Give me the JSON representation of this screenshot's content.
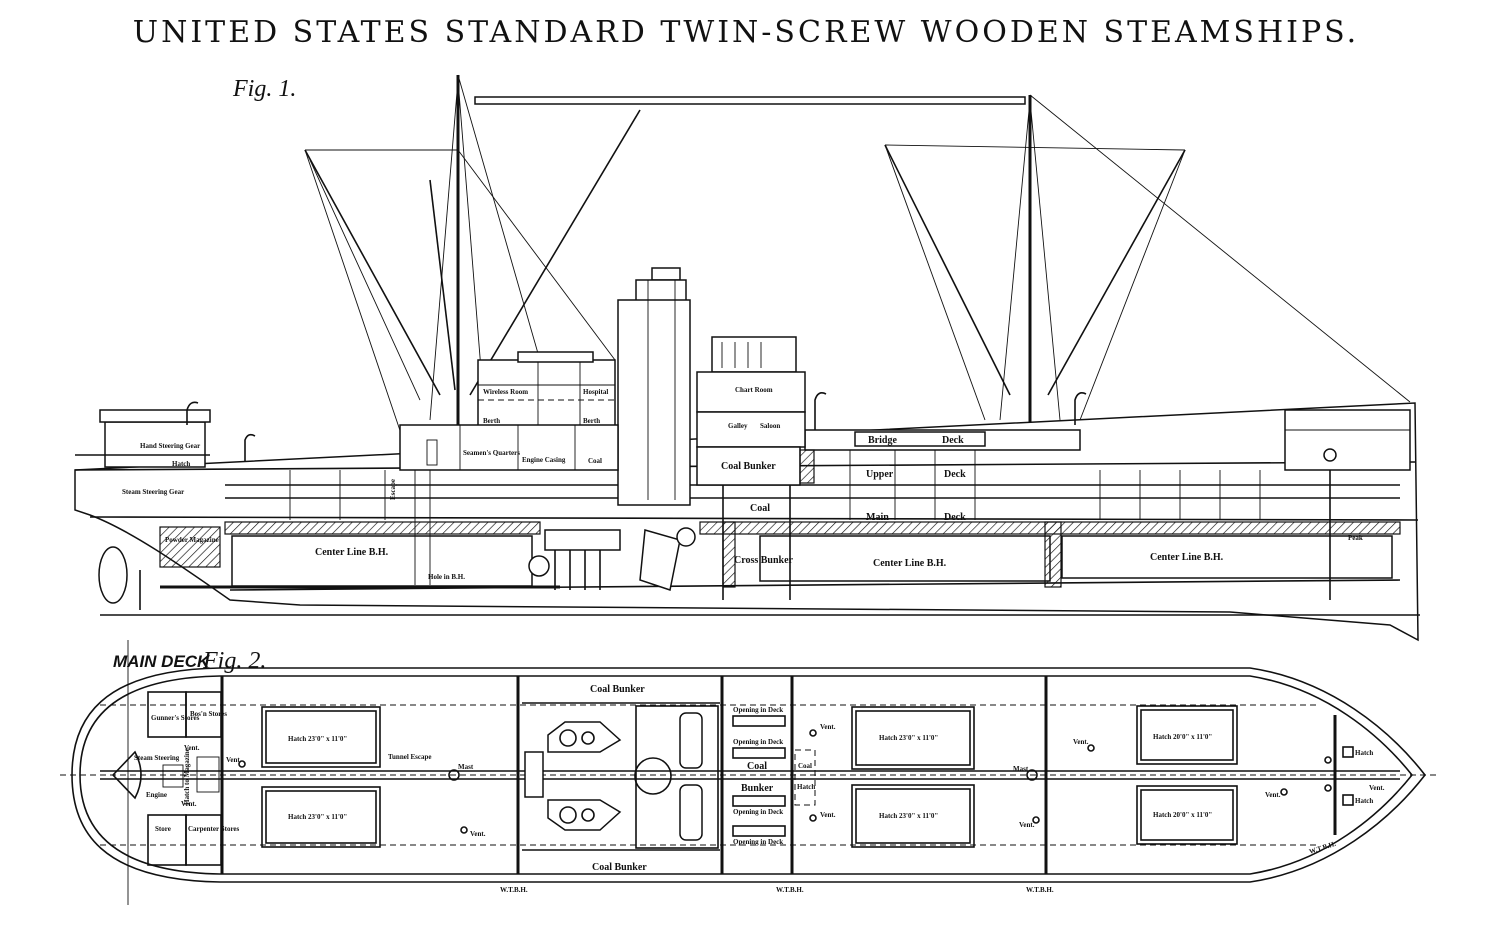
{
  "title": "UNITED STATES STANDARD TWIN-SCREW WOODEN STEAMSHIPS.",
  "fig1": {
    "caption": "Fig. 1.",
    "labels": {
      "hand_steering": "Hand Steering Gear",
      "hatch": "Hatch",
      "steam_steering": "Steam Steering Gear",
      "powder_magazine": "Powder Magazine",
      "center_line_aft": "Center Line B.H.",
      "escape": "Escape",
      "hole_in_bh": "Hole in B.H.",
      "wireless_room": "Wireless Room",
      "berth_1": "Berth",
      "berth_2": "Berth",
      "hospital": "Hospital",
      "seamens_quarters": "Seamen's Quarters",
      "engine_casing": "Engine Casing",
      "coal_1": "Coal",
      "chart_room": "Chart Room",
      "galley": "Galley",
      "saloon": "Saloon",
      "coal_bunker": "Coal Bunker",
      "coal_2": "Coal",
      "cross_bunker": "Cross Bunker",
      "center_line_mid": "Center Line B.H.",
      "bridge": "Bridge",
      "bridge_deck": "Deck",
      "upper": "Upper",
      "upper_deck": "Deck",
      "main": "Main",
      "main_deck": "Deck",
      "center_line_fwd": "Center Line B.H.",
      "peak": "Peak"
    }
  },
  "fig2": {
    "caption_prefix": "MAIN DECK",
    "caption": "Fig. 2.",
    "labels": {
      "gunners_stores": "Gunner's Stores",
      "bosns_stores": "Bos'n Stores",
      "vent_1": "Vent.",
      "steam_steering": "Steam Steering",
      "engine": "Engine",
      "hatch_to_magazine": "Hatch to Magazine",
      "vent_2": "Vent.",
      "store": "Store",
      "carpenters_stores": "Carpenter Stores",
      "vent_3": "Vent.",
      "hatch_a1": "Hatch 23'0\" x 11'0\"",
      "hatch_a2": "Hatch 23'0\" x 11'0\"",
      "tunnel_escape": "Tunnel Escape",
      "mast_aft": "Mast",
      "vent_4": "Vent.",
      "coal_bunker_top": "Coal Bunker",
      "coal_bunker_bottom": "Coal Bunker",
      "opening_1": "Opening in Deck",
      "opening_2": "Opening in Deck",
      "coal": "Coal",
      "bunker": "Bunker",
      "opening_3": "Opening in Deck",
      "opening_4": "Opening in Deck",
      "coal_hatch_1": "Coal",
      "coal_hatch_2": "Hatch",
      "vent_5": "Vent.",
      "vent_6": "Vent.",
      "hatch_b1": "Hatch 23'0\" x 11'0\"",
      "hatch_b2": "Hatch 23'0\" x 11'0\"",
      "mast_fwd": "Mast",
      "vent_7": "Vent.",
      "vent_8": "Vent.",
      "hatch_c1": "Hatch 20'0\" x 11'0\"",
      "hatch_c2": "Hatch 20'0\" x 11'0\"",
      "vent_9": "Vent.",
      "small_hatch_1": "Hatch",
      "small_hatch_2": "Hatch",
      "vent_10": "Vent.",
      "wtbh_1": "W.T.B.H.",
      "wtbh_2": "W.T.B.H.",
      "wtbh_3": "W.T.B.H.",
      "wtbh_4": "W.T.B.H."
    }
  }
}
